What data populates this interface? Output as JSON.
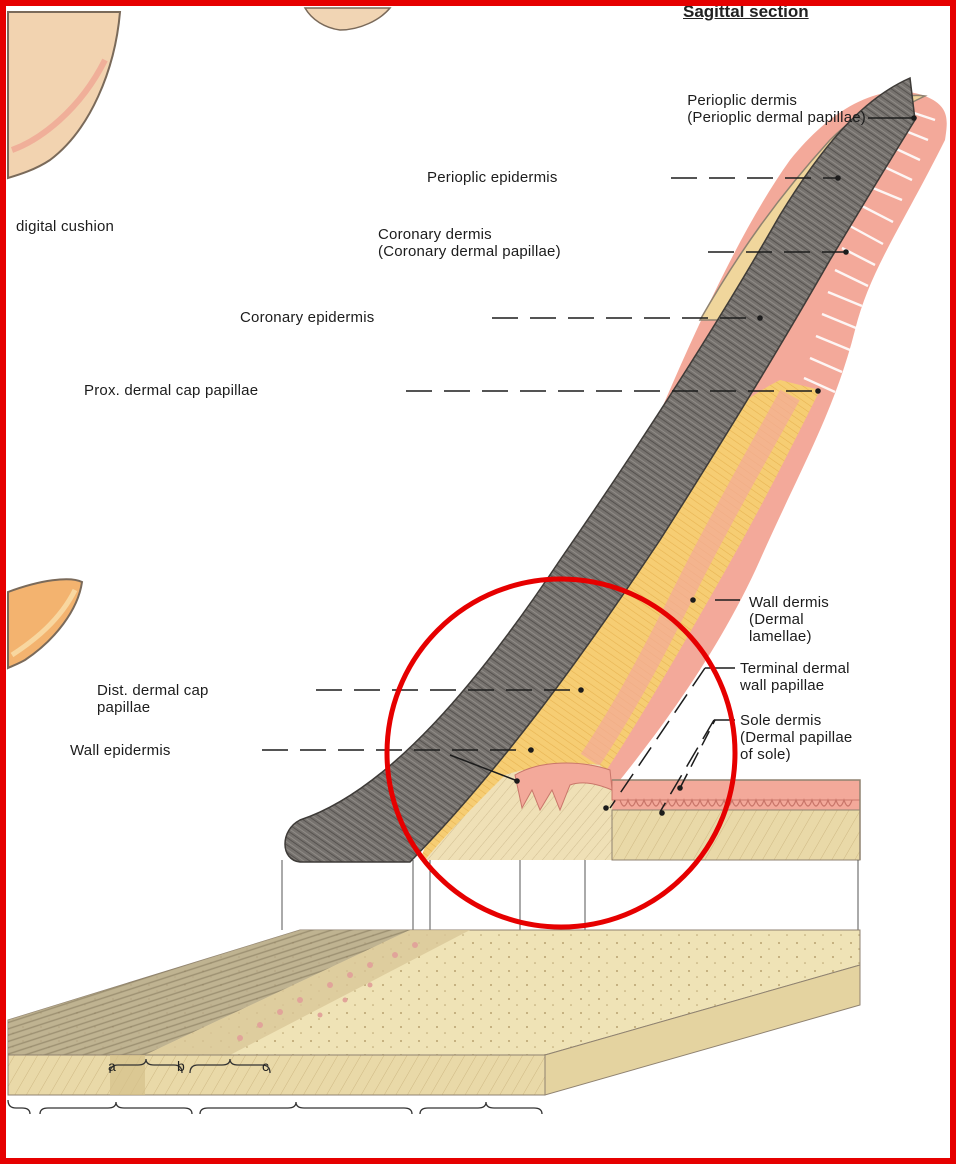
{
  "title": "Sagittal section",
  "labels": {
    "perioplic_dermis_1": "Perioplic dermis",
    "perioplic_dermis_2": "(Perioplic dermal papillae)",
    "perioplic_epidermis": "Perioplic epidermis",
    "digital_cushion": "digital cushion",
    "coronary_dermis_1": "Coronary dermis",
    "coronary_dermis_2": "(Coronary dermal papillae)",
    "coronary_epidermis": "Coronary epidermis",
    "prox_dermal_cap": "Prox. dermal cap papillae",
    "wall_dermis_1": "Wall dermis",
    "wall_dermis_2": "(Dermal",
    "wall_dermis_3": "lamellae)",
    "terminal_dermal_1": "Terminal dermal",
    "terminal_dermal_2": "wall papillae",
    "dist_dermal_cap_1": "Dist. dermal cap",
    "dist_dermal_cap_2": "papillae",
    "sole_dermis_1": "Sole dermis",
    "sole_dermis_2": "(Dermal papillae",
    "sole_dermis_3": "of sole)",
    "wall_epidermis": "Wall epidermis"
  },
  "zone_letters": {
    "a": "a",
    "b": "b",
    "c": "c"
  },
  "colors": {
    "frame": "#e60000",
    "highlight_circle": "#e60000",
    "epidermis_dark": "#6f6b68",
    "dermis_pink": "#f2a79a",
    "wall_yellow": "#f6cf72",
    "periople_tan": "#f0d9a0"
  }
}
